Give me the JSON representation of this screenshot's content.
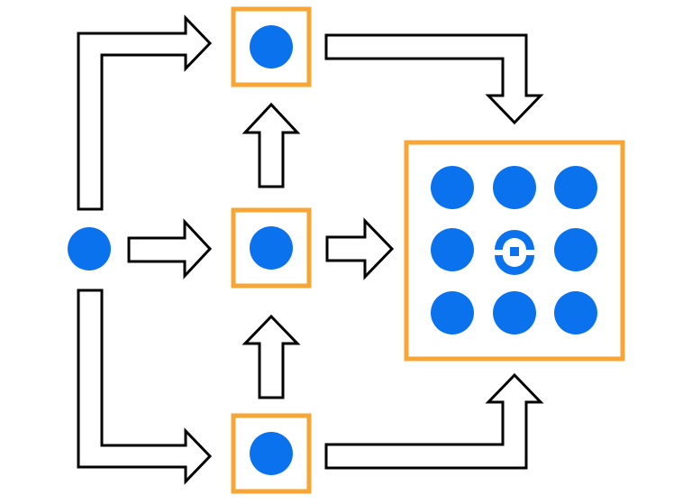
{
  "diagram": {
    "colors": {
      "background": "#ffffff",
      "node": "#0b72ee",
      "box_border": "#f7a535",
      "arrow_stroke": "#000000",
      "arrow_fill": "#ffffff"
    },
    "nodes": [
      {
        "id": "source",
        "name": "source-node",
        "boxed": false
      },
      {
        "id": "top",
        "name": "top-node",
        "boxed": true
      },
      {
        "id": "middle",
        "name": "middle-node",
        "boxed": true
      },
      {
        "id": "bottom",
        "name": "bottom-node",
        "boxed": true
      }
    ],
    "grid": {
      "rows": 3,
      "cols": 3,
      "center_icon": "cluster-center-icon"
    },
    "edges": [
      {
        "from": "source",
        "to": "top"
      },
      {
        "from": "source",
        "to": "middle"
      },
      {
        "from": "source",
        "to": "bottom"
      },
      {
        "from": "middle",
        "to": "top"
      },
      {
        "from": "bottom",
        "to": "middle"
      },
      {
        "from": "middle",
        "to": "grid"
      },
      {
        "from": "top",
        "to": "grid"
      },
      {
        "from": "bottom",
        "to": "grid"
      }
    ]
  }
}
